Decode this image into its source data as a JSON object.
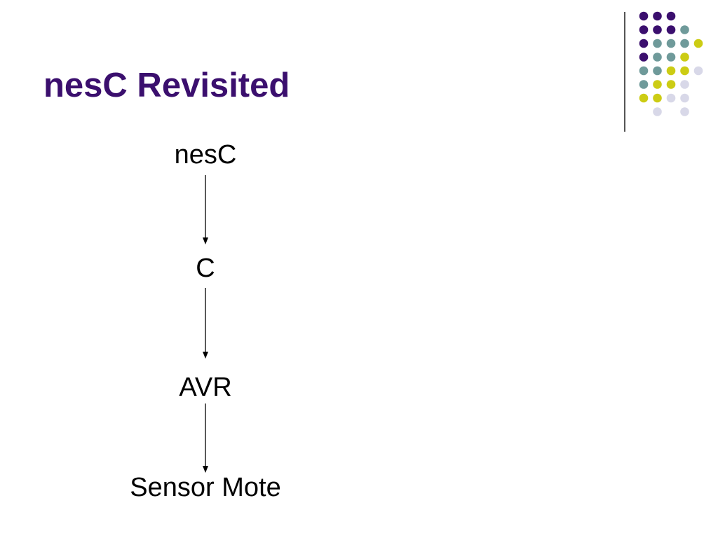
{
  "slide": {
    "title": "nesC Revisited"
  },
  "diagram": {
    "nodes": [
      {
        "label": "nesC"
      },
      {
        "label": "C"
      },
      {
        "label": "AVR"
      },
      {
        "label": "Sensor Mote"
      }
    ],
    "edges": [
      {
        "from": "nesC",
        "to": "C"
      },
      {
        "from": "C",
        "to": "AVR"
      },
      {
        "from": "AVR",
        "to": "Sensor Mote"
      }
    ]
  },
  "decoration": {
    "palette": {
      "purple": "#3b0f6e",
      "teal": "#6f9a9a",
      "yellow": "#cccc14",
      "lavender": "#d8d8e8"
    },
    "dot_rows": [
      [
        "purple",
        "purple",
        "purple",
        null,
        null
      ],
      [
        "purple",
        "purple",
        "purple",
        "teal",
        null
      ],
      [
        "purple",
        "teal",
        "teal",
        "teal",
        "yellow"
      ],
      [
        "purple",
        "teal",
        "teal",
        "yellow",
        null
      ],
      [
        "teal",
        "teal",
        "yellow",
        "yellow",
        "lavender"
      ],
      [
        "teal",
        "yellow",
        "yellow",
        "lavender",
        null
      ],
      [
        "yellow",
        "yellow",
        "lavender",
        "lavender",
        null
      ],
      [
        null,
        "lavender",
        null,
        "lavender",
        null
      ]
    ]
  }
}
